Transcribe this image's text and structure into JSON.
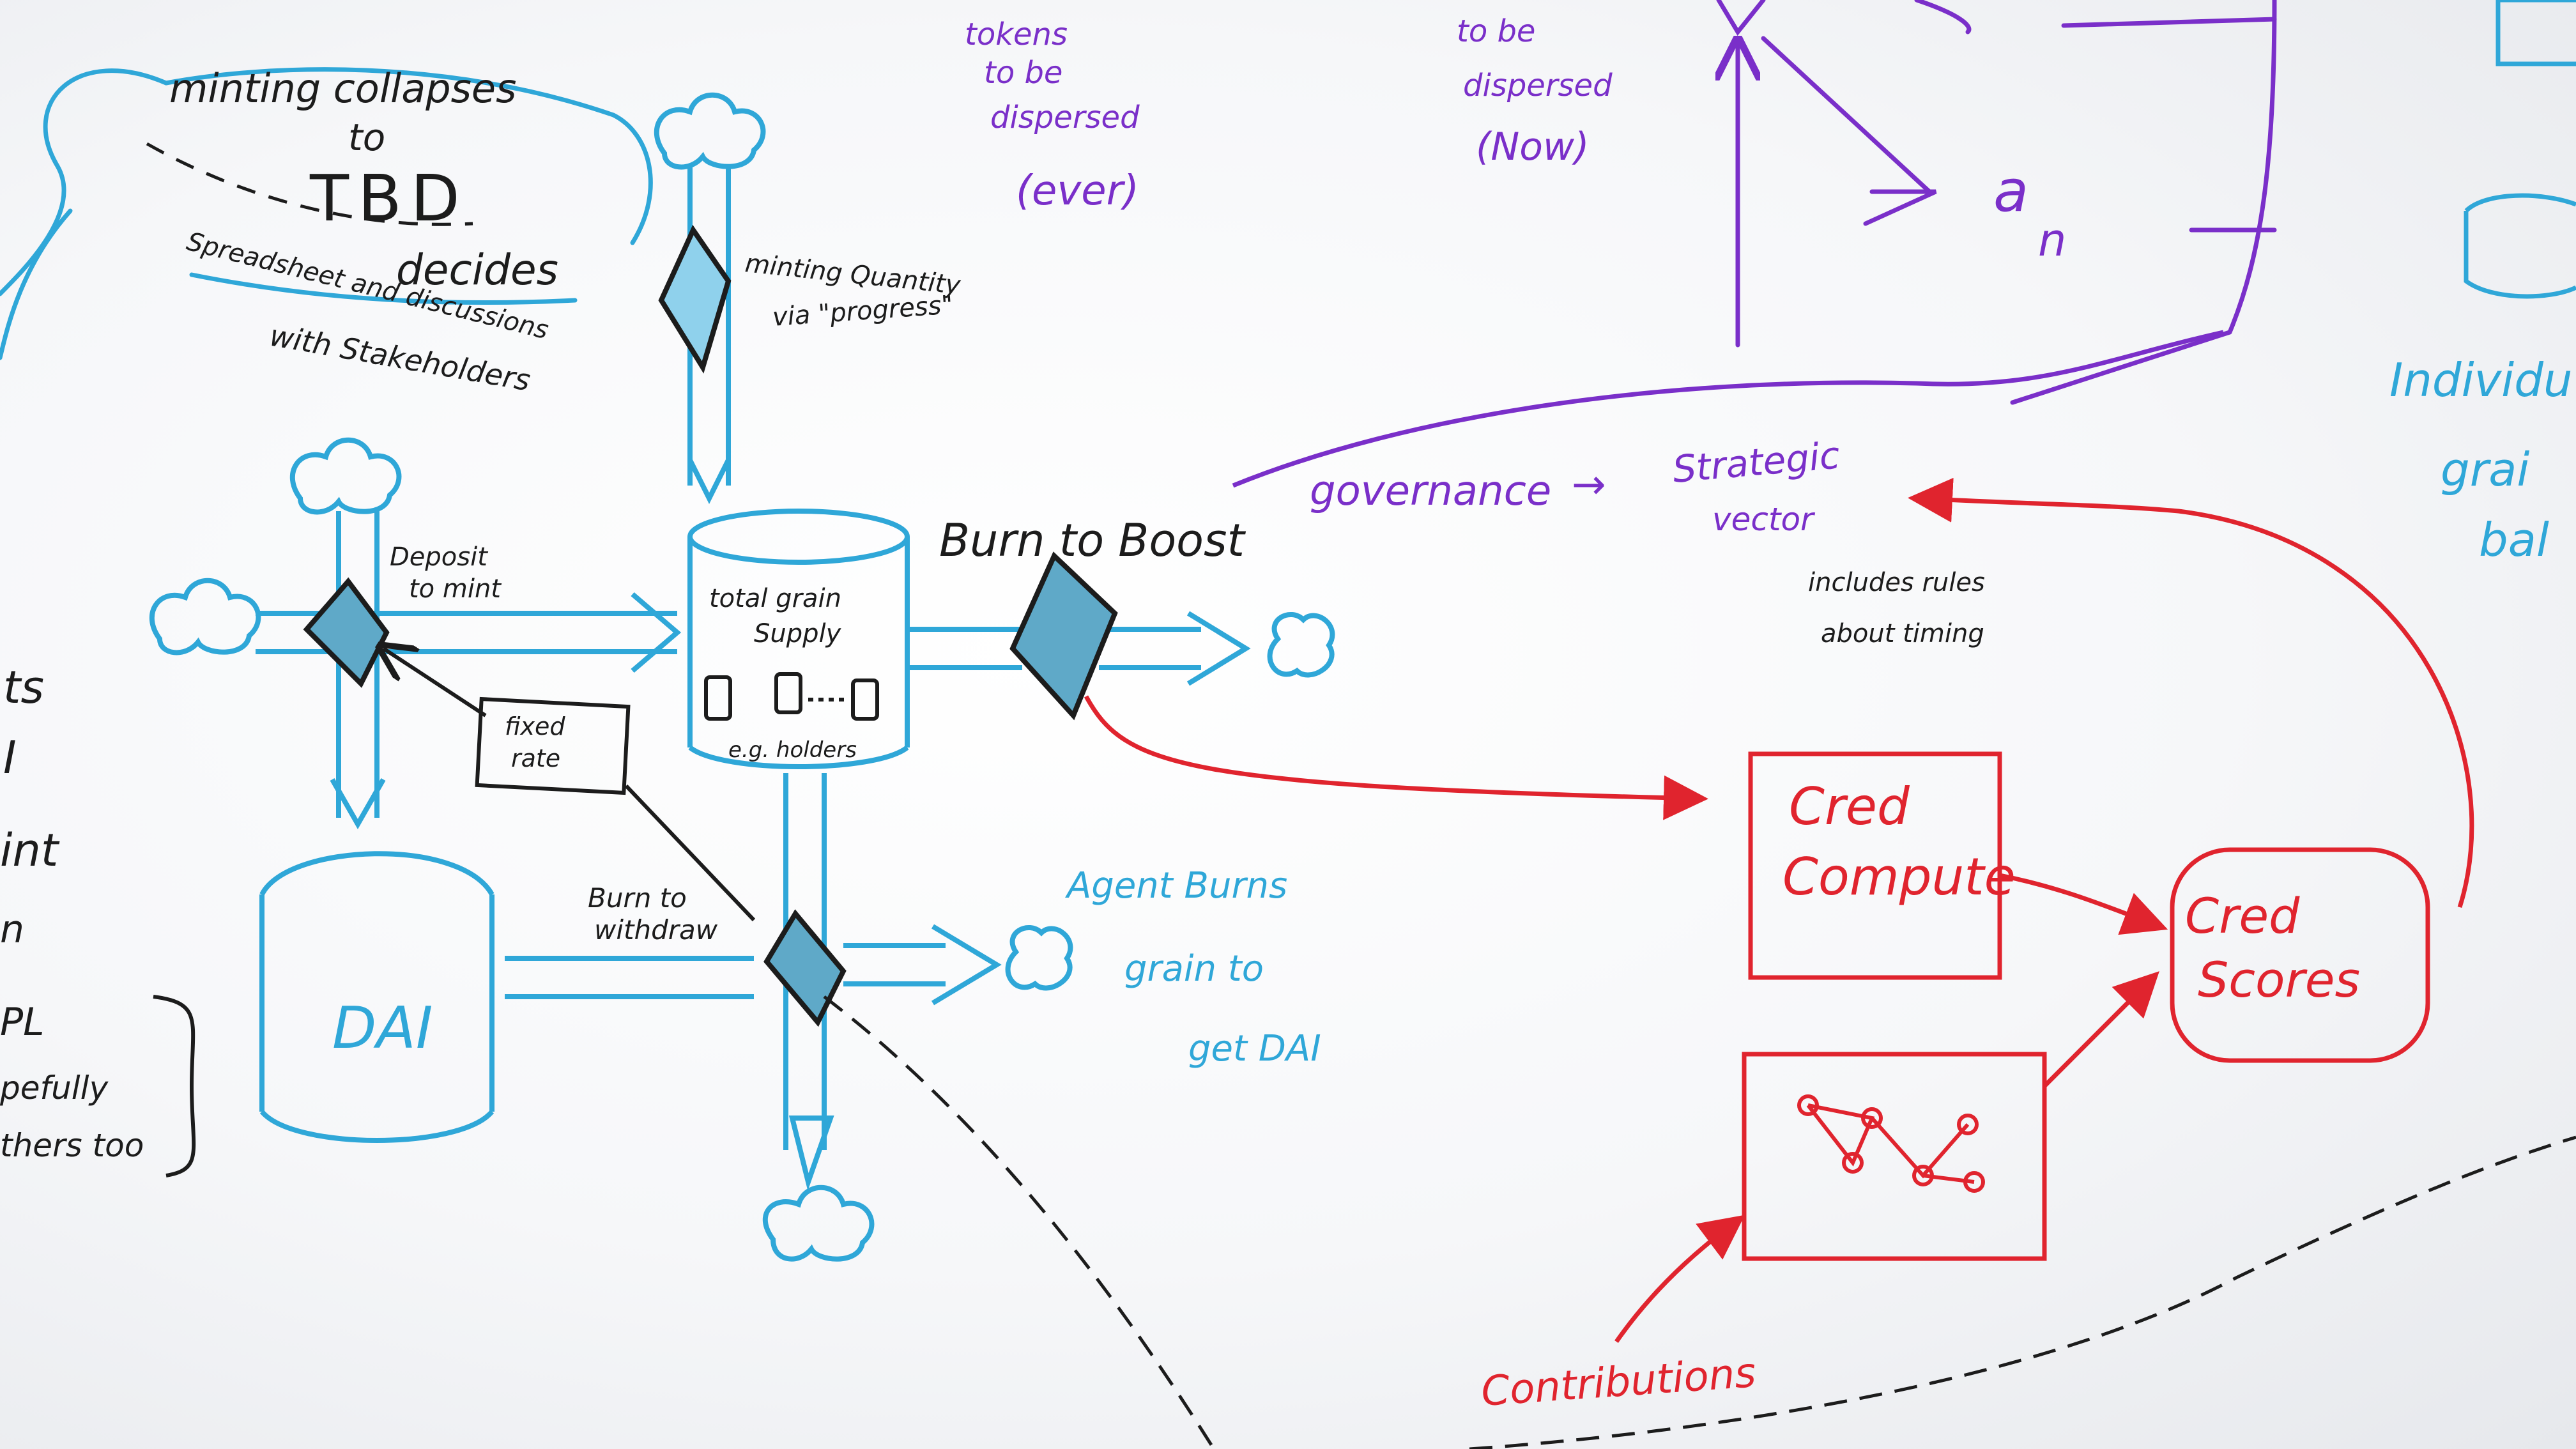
{
  "colors": {
    "black_marker": "#1c1c1c",
    "blue_marker": "#2fa7d8",
    "purple_marker": "#7a2fc9",
    "red_marker": "#e0242e",
    "board": "#f8f9fb"
  },
  "black_notes": {
    "minting_collapses": "minting collapses",
    "to": "to",
    "tbd": "TBD",
    "decides": "decides",
    "spreadsheet_1": "Spreadsheet and discussions",
    "spreadsheet_2": "with Stakeholders",
    "minting_quantity_1": "minting Quantity",
    "minting_quantity_2": "via \"progress\"",
    "deposit_1": "Deposit",
    "deposit_2": "to mint",
    "fixed_rate_1": "fixed",
    "fixed_rate_2": "rate",
    "burn_to_boost": "Burn to Boost",
    "total_grain_1": "total grain",
    "total_grain_2": "Supply",
    "holders": "e.g. holders",
    "burn_withdraw_1": "Burn to",
    "burn_withdraw_2": "withdraw",
    "includes_1": "includes rules",
    "includes_2": "about timing",
    "left_edge": [
      "ts",
      "I",
      "int",
      "n",
      "PL",
      "pefully",
      "thers too"
    ]
  },
  "blue_notes": {
    "dai": "DAI",
    "agent_1": "Agent Burns",
    "agent_2": "grain to",
    "agent_3": "get DAI",
    "right_edge": [
      "Individu",
      "grai",
      "bal"
    ]
  },
  "purple_notes": {
    "tokens_1": "tokens",
    "tokens_2": "to be",
    "tokens_3": "dispersed",
    "tokens_4": "(ever)",
    "now_1": "to be",
    "now_2": "dispersed",
    "now_3": "(Now)",
    "a_n": "a",
    "a_n_sub": "n",
    "governance": "governance",
    "arrow": "→",
    "strategic_1": "Strategic",
    "strategic_2": "vector"
  },
  "red_notes": {
    "cred_compute_1": "Cred",
    "cred_compute_2": "Compute",
    "cred_scores_1": "Cred",
    "cred_scores_2": "Scores",
    "contributions": "Contributions"
  }
}
